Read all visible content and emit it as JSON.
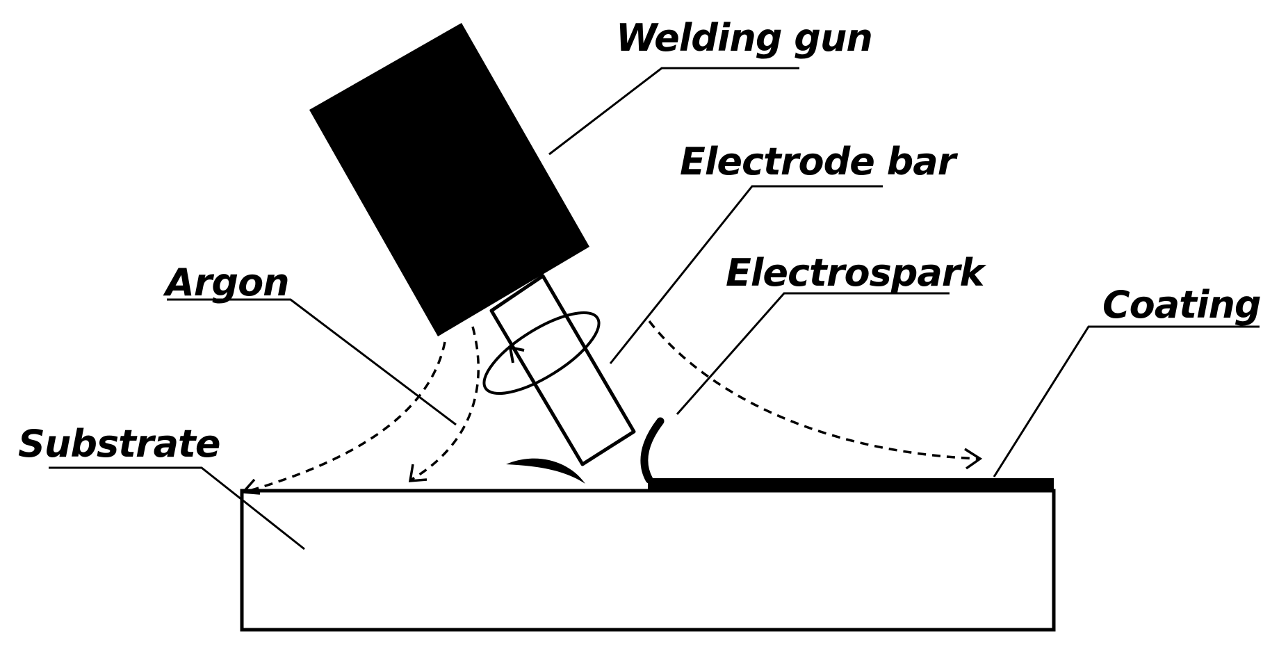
{
  "labels": {
    "welding_gun": "Welding gun",
    "electrode_bar": "Electrode bar",
    "electrospark": "Electrospark",
    "argon": "Argon",
    "coating": "Coating",
    "substrate": "Substrate"
  },
  "colors": {
    "ink": "#000000",
    "background": "#ffffff"
  }
}
